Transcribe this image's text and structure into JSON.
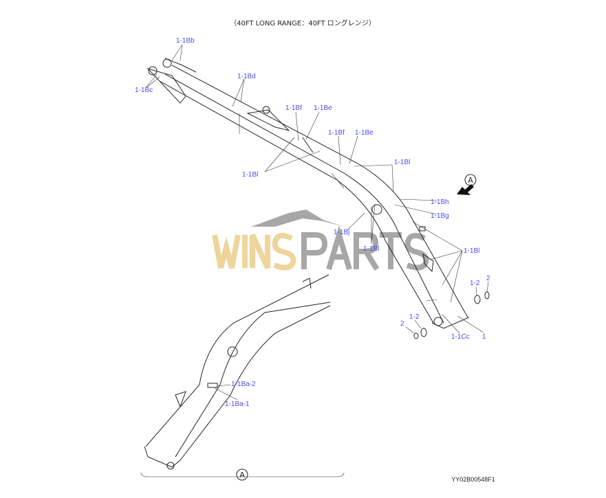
{
  "title": "（40FT LONG RANGE：40FT ロングレンジ）",
  "drawing_code": "YY02B00548F1",
  "watermark": "WINSPARTS",
  "view_marker": "A",
  "colors": {
    "label": "#4a4af0",
    "line": "#222222",
    "watermark_gold": "#e8c77a",
    "watermark_gray": "#8a8a8a"
  },
  "labels": {
    "bb": "1-1Bb",
    "bd": "1-1Bd",
    "bc": "1-1Bc",
    "bf1": "1-1Bf",
    "be1": "1-1Be",
    "bf2": "1-1Bf",
    "be2": "1-1Be",
    "bl1": "1-1Bl",
    "bl2": "1-1Bl",
    "bh": "1-1Bh",
    "bg": "1-1Bg",
    "bj": "1-1Bj",
    "bl3": "1-1Bl",
    "bl4": "1-1Bl",
    "p12a": "1-2",
    "p2a": "2",
    "p12b": "1-2",
    "p2b": "2",
    "cc": "1-1Cc",
    "p1": "1",
    "ba2": "1-1Ba-2",
    "ba1": "1-1Ba-1"
  }
}
